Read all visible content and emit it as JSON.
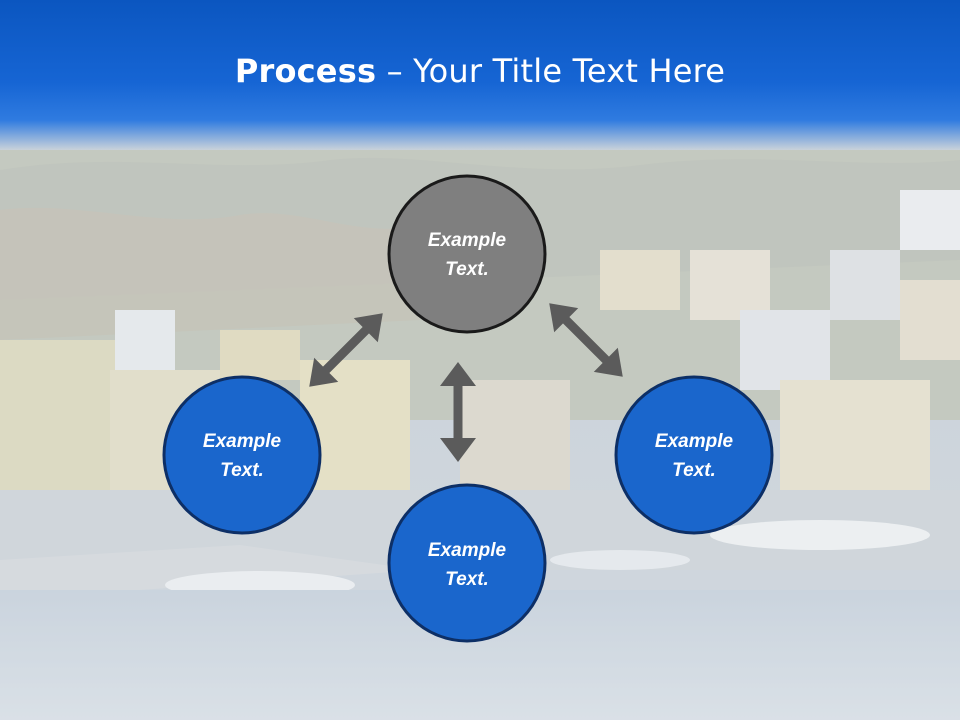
{
  "title": {
    "bold": "Process",
    "rest": " – Your Title Text Here"
  },
  "background": {
    "description_icon": "harbor-photo"
  },
  "colors": {
    "title_bar": "#1665d4",
    "node_blue": "#1a66cc",
    "node_gray": "#7f7f7f",
    "arrow": "#5b5b5b"
  },
  "nodes": [
    {
      "id": "top",
      "line1": "Example",
      "line2": "Text."
    },
    {
      "id": "left",
      "line1": "Example",
      "line2": "Text."
    },
    {
      "id": "bottom",
      "line1": "Example",
      "line2": "Text."
    },
    {
      "id": "right",
      "line1": "Example",
      "line2": "Text."
    }
  ]
}
